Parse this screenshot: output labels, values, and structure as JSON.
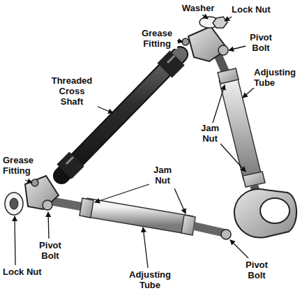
{
  "diagram": {
    "labels": [
      "Washer",
      "Lock Nut",
      "Grease Fitting",
      "Pivot Bolt",
      "Threaded Cross Shaft",
      "Adjusting Tube",
      "Jam Nut",
      "Grease Fitting",
      "Jam Nut",
      "Lock Nut",
      "Pivot Bolt",
      "Pivot Bolt",
      "Adjusting Tube"
    ]
  }
}
